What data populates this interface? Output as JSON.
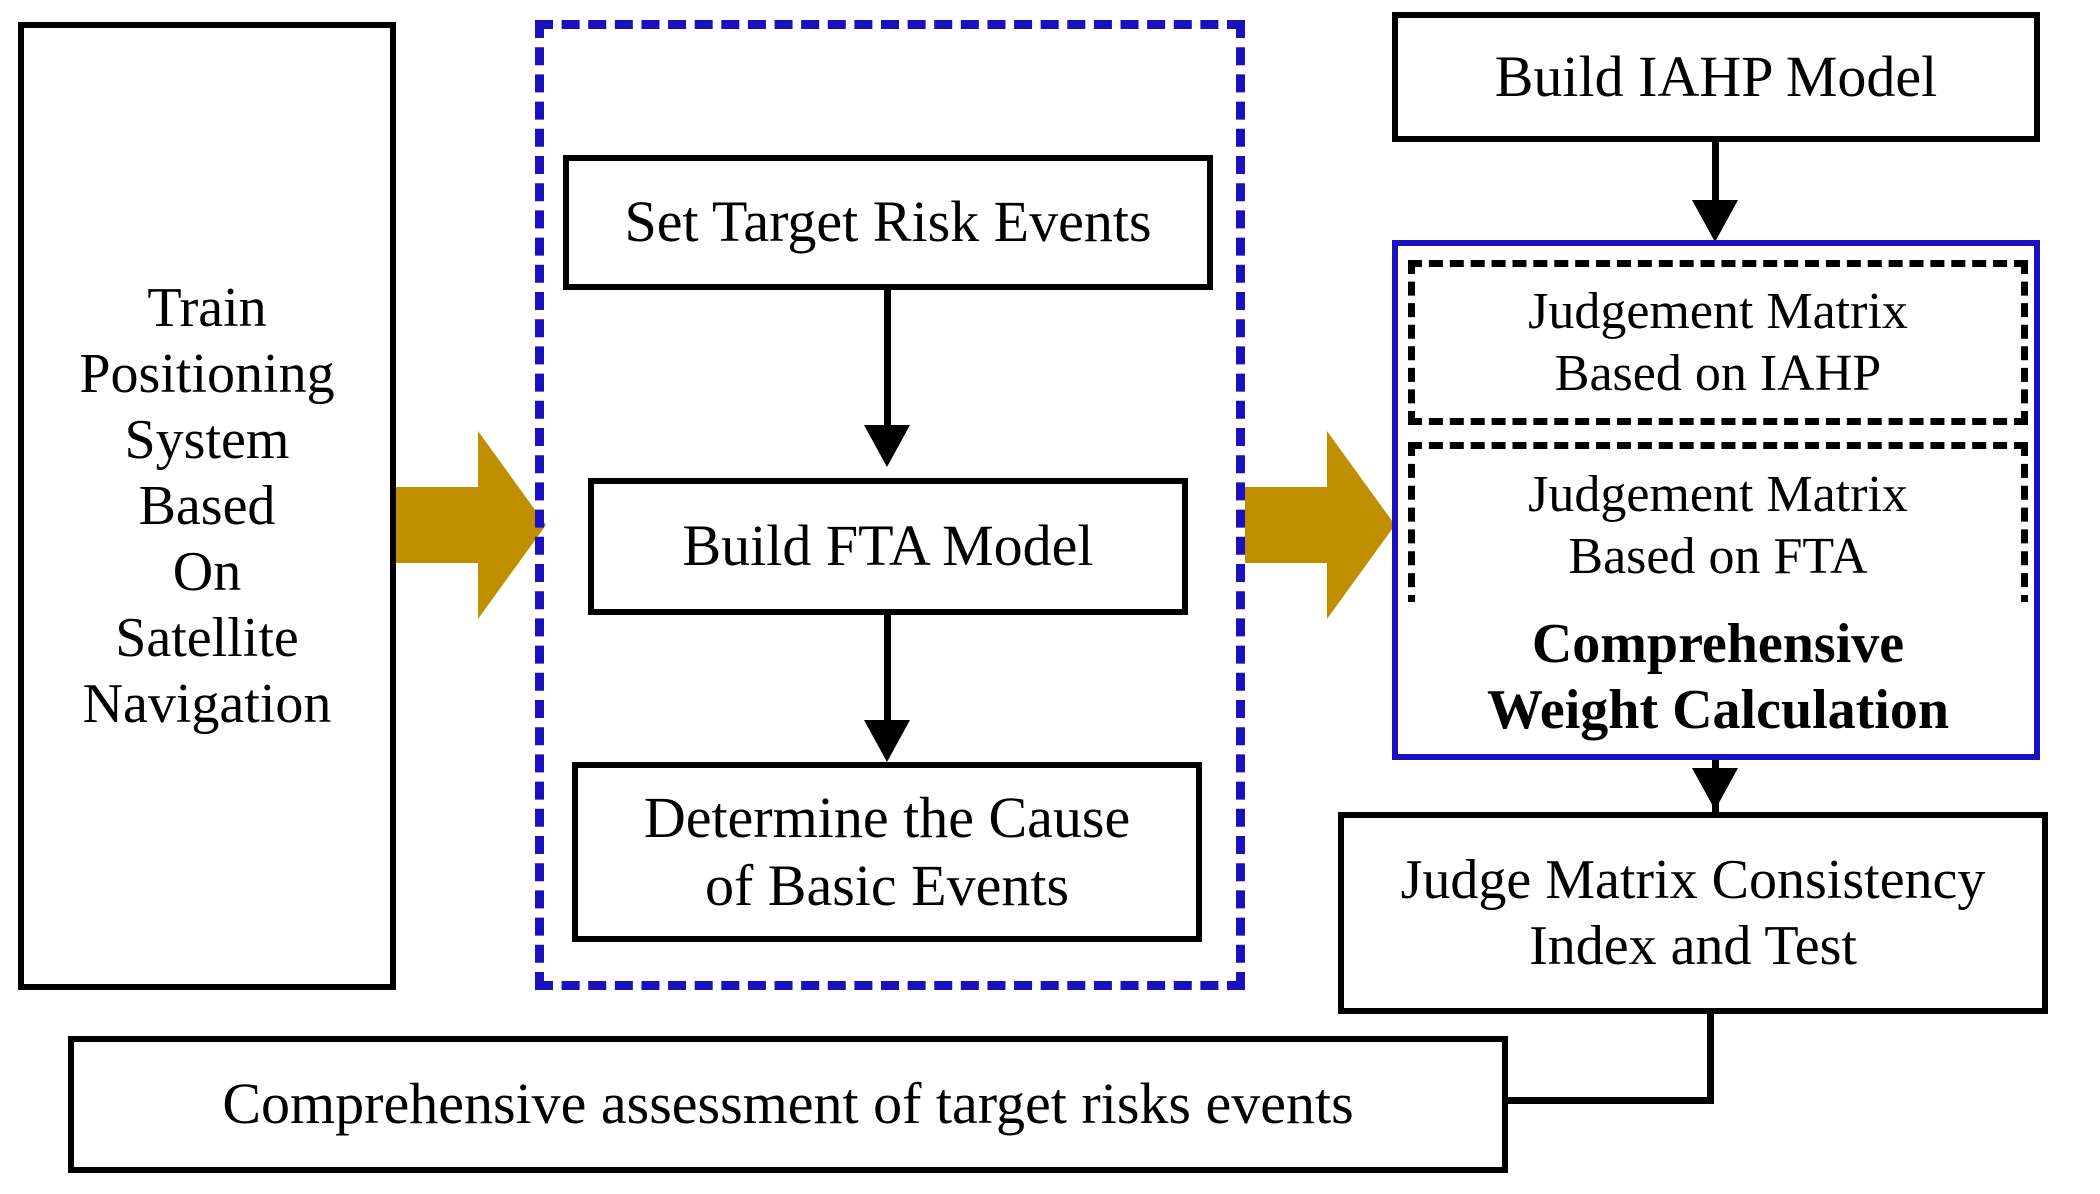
{
  "diagram": {
    "title_context": "Risk assessment methodology flowchart",
    "colors": {
      "gold_arrow": "#BF8F00",
      "blue_border": "#1A10BE",
      "black_border": "#000000",
      "background": "#FFFFFF"
    }
  },
  "nodes": {
    "input_system": {
      "lines": [
        "Train",
        "Positioning",
        "System",
        "Based",
        "On",
        "Satellite",
        "Navigation"
      ],
      "text": "Train Positioning System Based On Satellite Navigation",
      "border": "solid-black"
    },
    "set_target_risk_events": {
      "lines": [
        "Set Target Risk Events"
      ],
      "text": "Set Target Risk Events",
      "border": "solid-black"
    },
    "build_fta_model": {
      "lines": [
        "Build FTA Model"
      ],
      "text": "Build FTA Model",
      "border": "solid-black"
    },
    "determine_cause": {
      "lines": [
        "Determine the Cause",
        "of Basic Events"
      ],
      "text": "Determine the Cause of Basic Events",
      "border": "solid-black"
    },
    "build_iahp_model": {
      "lines": [
        "Build IAHP Model"
      ],
      "text": "Build IAHP Model",
      "border": "solid-black"
    },
    "judgement_matrix_iahp": {
      "lines": [
        "Judgement Matrix",
        "Based on IAHP"
      ],
      "text": "Judgement Matrix Based on IAHP",
      "border": "dashed-black"
    },
    "judgement_matrix_fta": {
      "lines": [
        "Judgement Matrix",
        "Based on FTA"
      ],
      "text": "Judgement Matrix Based on FTA",
      "border": "dashed-black"
    },
    "comprehensive_weight": {
      "lines": [
        "Comprehensive",
        "Weight Calculation"
      ],
      "text": "Comprehensive Weight Calculation",
      "bold": true,
      "border": "none"
    },
    "judge_matrix_consistency": {
      "lines": [
        "Judge Matrix Consistency",
        "Index and Test"
      ],
      "text": "Judge Matrix Consistency Index and Test",
      "border": "solid-black"
    },
    "comprehensive_assessment": {
      "lines": [
        "Comprehensive assessment of target risks events"
      ],
      "text": "Comprehensive assessment of target risks events",
      "border": "solid-black"
    }
  },
  "groups": {
    "fta_group": {
      "label": "",
      "border": "dashed-blue",
      "members": [
        "set_target_risk_events",
        "build_fta_model",
        "determine_cause"
      ]
    },
    "weight_group": {
      "label": "",
      "border": "solid-blue",
      "members": [
        "judgement_matrix_iahp",
        "judgement_matrix_fta",
        "comprehensive_weight"
      ]
    }
  },
  "connectors": [
    {
      "name": "gold-arrow-1",
      "from": "input_system",
      "to": "fta_group",
      "style": "gold-block-arrow",
      "direction": "right"
    },
    {
      "name": "gold-arrow-2",
      "from": "fta_group",
      "to": "weight_group",
      "style": "gold-block-arrow",
      "direction": "right"
    },
    {
      "name": "arrow-set-to-build",
      "from": "set_target_risk_events",
      "to": "build_fta_model",
      "style": "black-arrow",
      "direction": "down"
    },
    {
      "name": "arrow-build-to-determine",
      "from": "build_fta_model",
      "to": "determine_cause",
      "style": "black-arrow",
      "direction": "down"
    },
    {
      "name": "arrow-iahp-to-weight",
      "from": "build_iahp_model",
      "to": "weight_group",
      "style": "black-arrow",
      "direction": "down"
    },
    {
      "name": "arrow-weight-to-consistency",
      "from": "weight_group",
      "to": "judge_matrix_consistency",
      "style": "black-arrow",
      "direction": "down"
    },
    {
      "name": "arrow-consistency-to-assessment",
      "from": "judge_matrix_consistency",
      "to": "comprehensive_assessment",
      "style": "black-elbow-arrow",
      "direction": "left"
    }
  ]
}
